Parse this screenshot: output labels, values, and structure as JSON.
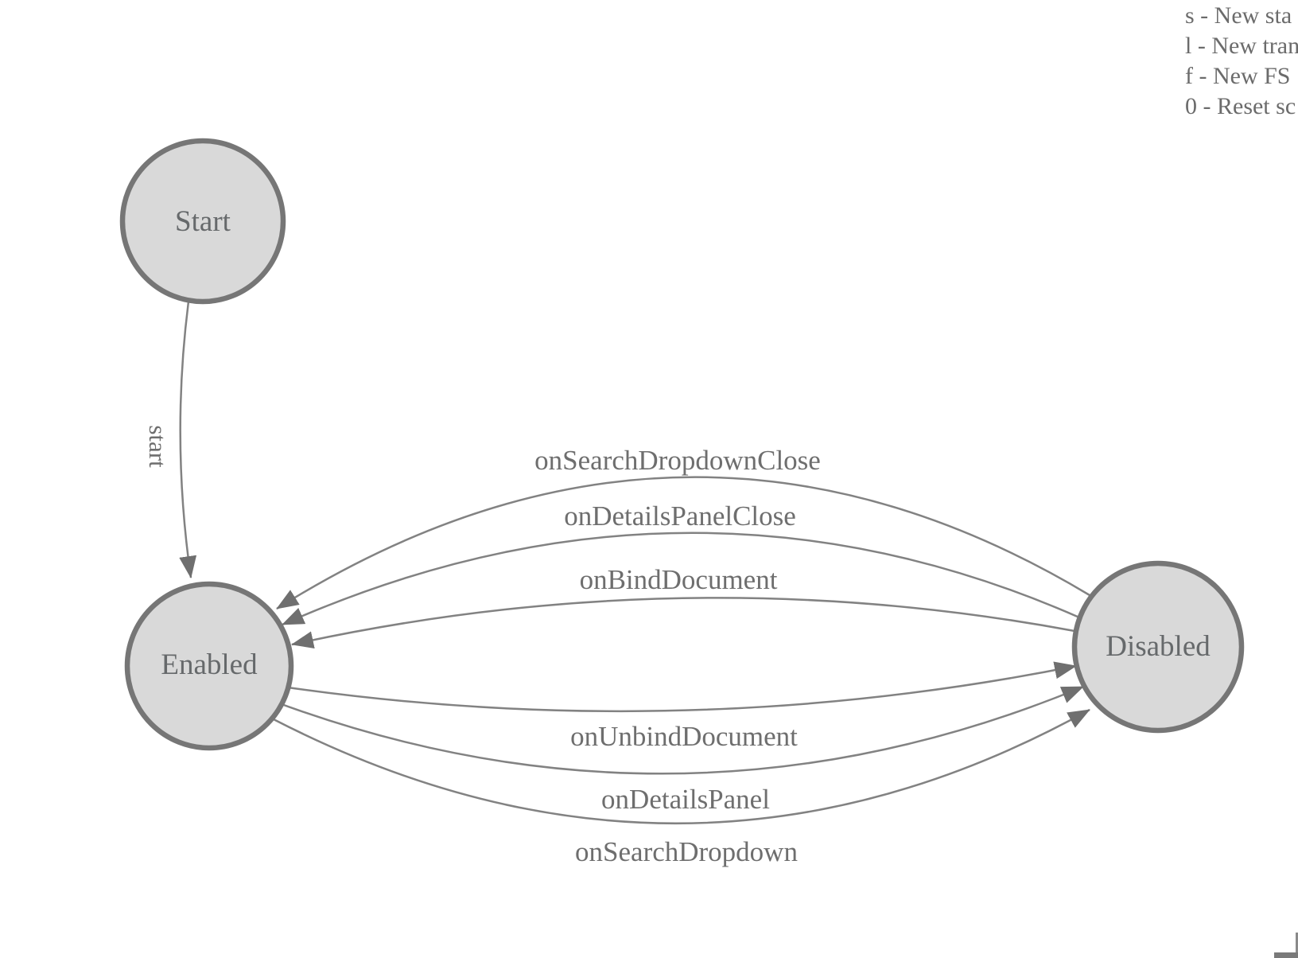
{
  "diagram": {
    "legend": {
      "lines": [
        "s - New sta",
        "l - New tran",
        "f - New FS",
        "0 - Reset sc"
      ]
    },
    "states": [
      {
        "id": "start",
        "label": "Start"
      },
      {
        "id": "enabled",
        "label": "Enabled"
      },
      {
        "id": "disabled",
        "label": "Disabled"
      }
    ],
    "transitions": [
      {
        "label": "start",
        "from": "Start",
        "to": "Enabled"
      },
      {
        "label": "onSearchDropdownClose",
        "from": "Disabled",
        "to": "Enabled"
      },
      {
        "label": "onDetailsPanelClose",
        "from": "Disabled",
        "to": "Enabled"
      },
      {
        "label": "onBindDocument",
        "from": "Disabled",
        "to": "Enabled"
      },
      {
        "label": "onUnbindDocument",
        "from": "Enabled",
        "to": "Disabled"
      },
      {
        "label": "onDetailsPanel",
        "from": "Enabled",
        "to": "Disabled"
      },
      {
        "label": "onSearchDropdown",
        "from": "Enabled",
        "to": "Disabled"
      }
    ],
    "colors": {
      "state_fill": "#d9d9d9",
      "state_stroke": "#767676",
      "edge_stroke": "#828282",
      "arrowhead": "#6f6f6f",
      "label_text": "#6e6e6e",
      "legend_text": "#6b6b6b",
      "background": "#ffffff"
    }
  }
}
